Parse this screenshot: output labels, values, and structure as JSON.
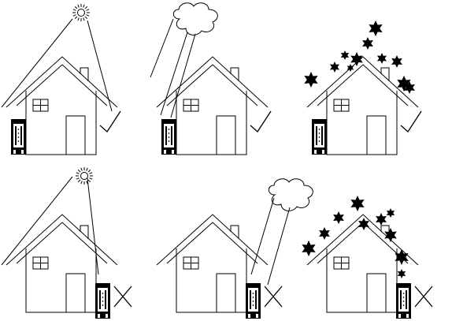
{
  "diagram": {
    "layout": {
      "rows": 2,
      "columns": 3
    },
    "panels": [
      {
        "id": "sun-ok",
        "weather": "sun",
        "icon": "sun-icon",
        "unit_side": "left",
        "unit_sheltered": true,
        "verdict": "check"
      },
      {
        "id": "rain-ok",
        "weather": "rain",
        "icon": "rain-cloud-icon",
        "unit_side": "left",
        "unit_sheltered": true,
        "verdict": "check"
      },
      {
        "id": "snow-ok",
        "weather": "snow",
        "icon": "snowflake-icon",
        "unit_side": "left",
        "unit_sheltered": true,
        "verdict": "check"
      },
      {
        "id": "sun-bad",
        "weather": "sun",
        "icon": "sun-icon",
        "unit_side": "right",
        "unit_sheltered": false,
        "verdict": "cross"
      },
      {
        "id": "rain-bad",
        "weather": "rain",
        "icon": "rain-cloud-icon",
        "unit_side": "right",
        "unit_sheltered": false,
        "verdict": "cross"
      },
      {
        "id": "snow-bad",
        "weather": "snow",
        "icon": "snowflake-icon",
        "unit_side": "right",
        "unit_sheltered": false,
        "verdict": "cross"
      }
    ],
    "verdict_icons": {
      "check": "check-mark-icon",
      "cross": "cross-mark-icon"
    },
    "line_color": "#000000",
    "background": "#ffffff"
  }
}
